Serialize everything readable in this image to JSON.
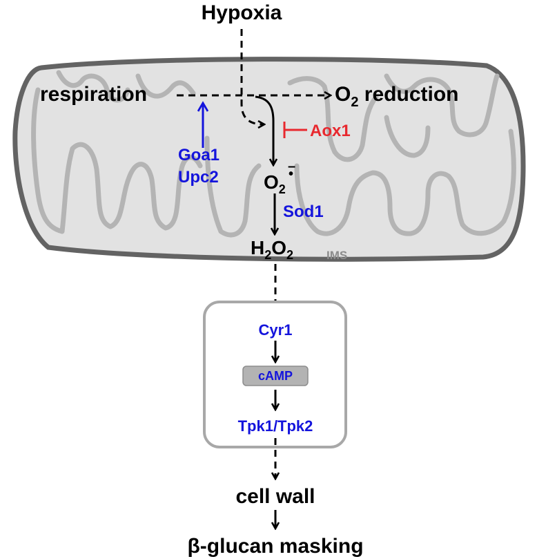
{
  "colors": {
    "outer_membrane": "#636363",
    "inner_membrane": "#b4b4b4",
    "matrix_fill": "#e2e2e2",
    "box_border": "#a8a8a8",
    "camp_fill": "#b3b3b3",
    "regulator_blue": "#1414dc",
    "inhibitor_red": "#e8282e",
    "arrow": "#000000"
  },
  "labels": {
    "hypoxia": "Hypoxia",
    "respiration": "respiration",
    "o2_reduction_prefix": "O",
    "o2_reduction_sub": "2",
    "o2_reduction_suffix": " reduction",
    "aox1": "Aox1",
    "goa1": "Goa1",
    "upc2": "Upc2",
    "superoxide_base": "O",
    "superoxide_sub": "2",
    "superoxide_sup": "•",
    "superoxide_charge": "–",
    "sod1": "Sod1",
    "h2o2_h": "H",
    "h2o2_sub1": "2",
    "h2o2_o": "O",
    "h2o2_sub2": "2",
    "ims": "IMS",
    "cyr1": "Cyr1",
    "camp": "cAMP",
    "tpk": "Tpk1/Tpk2",
    "cell_wall": "cell wall",
    "beta_glucan": "β-glucan masking"
  },
  "icons": {
    "inhibition": "flat-bar-inhibitor",
    "solid_arrow": "solid-arrow",
    "dashed_arrow": "dashed-arrow"
  }
}
